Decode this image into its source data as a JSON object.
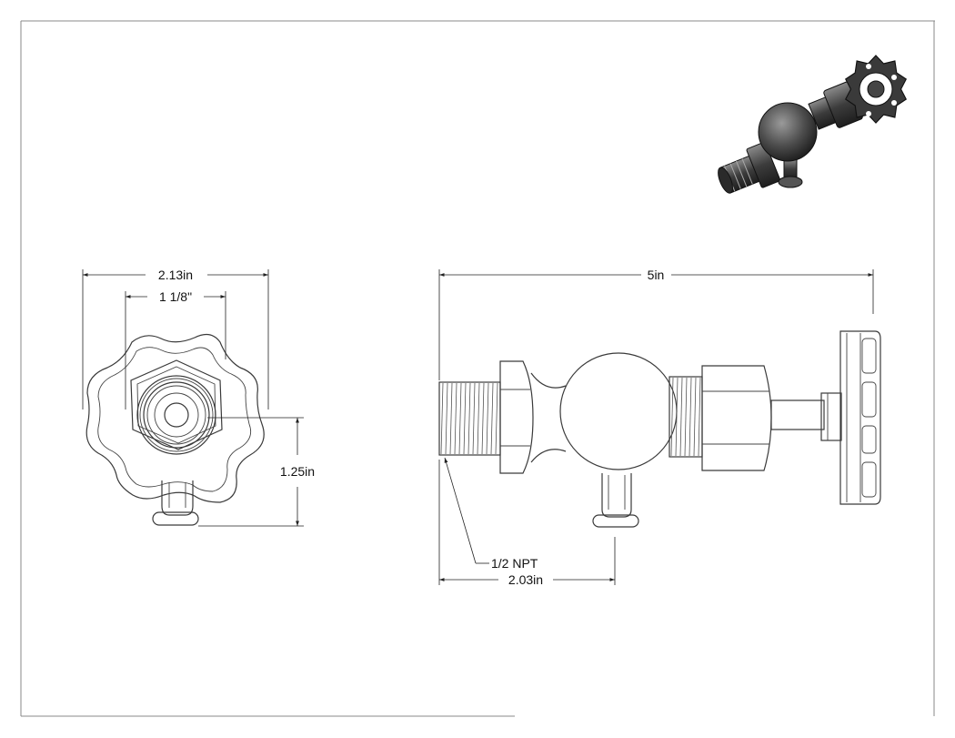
{
  "drawing": {
    "dimensions": {
      "front_width": "2.13in",
      "hex_size": "1 1/8\"",
      "front_height": "1.25in",
      "overall_length": "5in",
      "thread_callout": "1/2 NPT",
      "outlet_offset": "2.03in"
    }
  }
}
